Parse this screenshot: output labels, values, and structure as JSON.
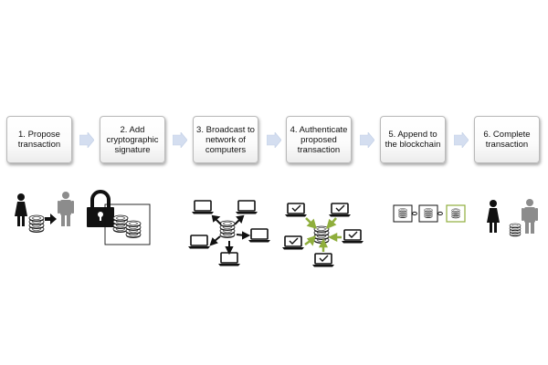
{
  "steps": [
    {
      "line1": "1. Propose",
      "line2": "transaction"
    },
    {
      "line1": "2. Add",
      "line2": "cryptographic",
      "line3": "signature"
    },
    {
      "line1": "3. Broadcast to",
      "line2": "network of",
      "line3": "computers"
    },
    {
      "line1": "4. Authenticate",
      "line2": "proposed",
      "line3": "transaction"
    },
    {
      "line1": "5. Append to",
      "line2": "the blockchain"
    },
    {
      "line1": "6. Complete",
      "line2": "transaction"
    }
  ],
  "colors": {
    "box_border": "#b9b9b9",
    "chevron": "#d4def0",
    "verify_arrow": "#8fae3c",
    "person_dark": "#111111",
    "person_gray": "#8c8c8c"
  },
  "icons": [
    "person-icon",
    "coin-stack-icon",
    "arrow-icon",
    "lock-icon",
    "laptop-icon",
    "checkmark-icon",
    "block-icon"
  ]
}
